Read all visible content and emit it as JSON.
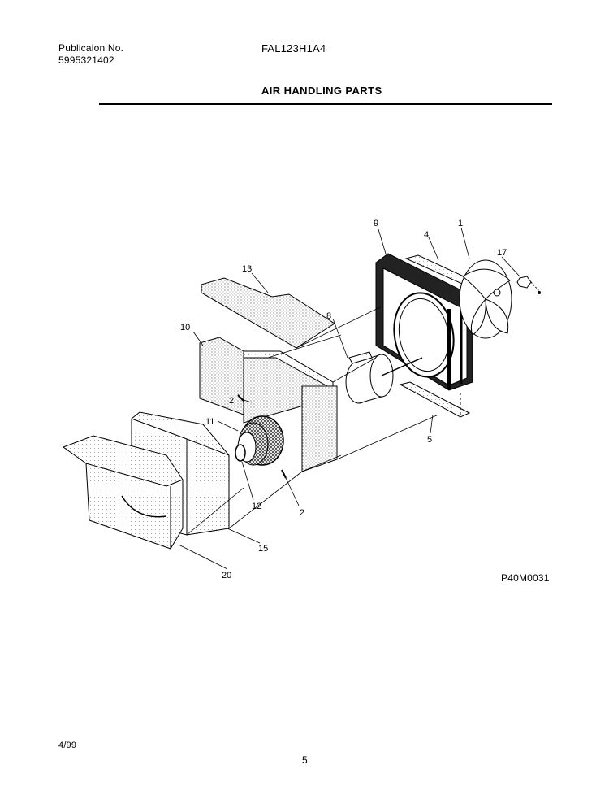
{
  "header": {
    "publication_label": "Publicaion No.",
    "publication_number": "5995321402",
    "model": "FAL123H1A4",
    "title": "AIR HANDLING PARTS"
  },
  "diagram": {
    "callouts": {
      "c1": "1",
      "c2a": "2",
      "c2b": "2",
      "c4": "4",
      "c5": "5",
      "c8": "8",
      "c9": "9",
      "c10": "10",
      "c11": "11",
      "c12": "12",
      "c13": "13",
      "c15": "15",
      "c17": "17",
      "c20": "20"
    },
    "drawing_code": "P40M0031"
  },
  "footer": {
    "date": "4/99",
    "page": "5"
  }
}
